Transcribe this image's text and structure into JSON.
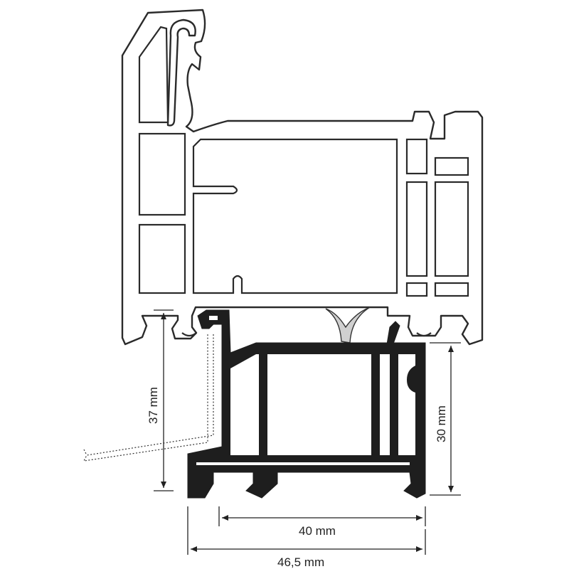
{
  "colors": {
    "line": "#2a2a2a",
    "profile_dark": "#1e1e1e",
    "seal": "#d0d0d0"
  },
  "dimensions": {
    "height_left": "37 mm",
    "height_right": "30 mm",
    "width_inner": "40 mm",
    "width_outer": "46,5 mm"
  }
}
